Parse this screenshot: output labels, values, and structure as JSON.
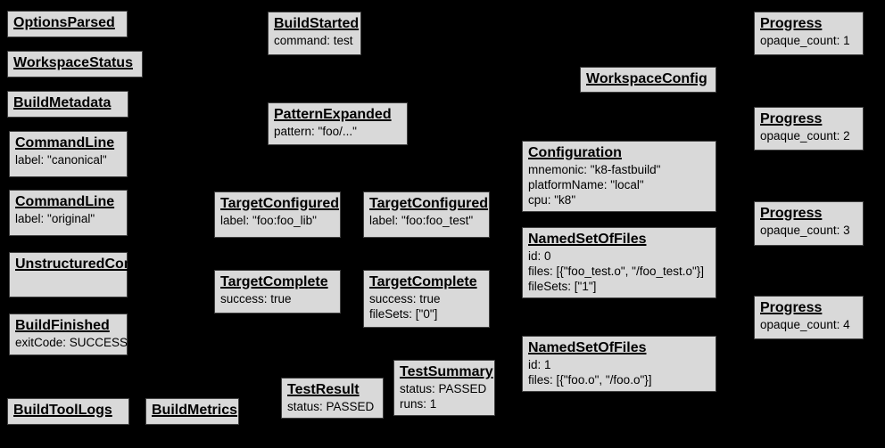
{
  "diagram": {
    "background_color": "#000000",
    "box_fill_color": "#d9d9d9",
    "box_border_color": "#404040",
    "text_color": "#000000",
    "boxes": [
      {
        "title": "OptionsParsed",
        "lines": []
      },
      {
        "title": "WorkspaceStatus",
        "lines": []
      },
      {
        "title": "BuildMetadata",
        "lines": []
      },
      {
        "title": "CommandLine",
        "lines": [
          "label: \"canonical\""
        ]
      },
      {
        "title": "CommandLine",
        "lines": [
          "label: \"original\""
        ]
      },
      {
        "title": "UnstructuredCommandLine",
        "lines": []
      },
      {
        "title": "BuildFinished",
        "lines": [
          "exitCode: SUCCESS"
        ]
      },
      {
        "title": "BuildToolLogs",
        "lines": []
      },
      {
        "title": "BuildMetrics",
        "lines": []
      },
      {
        "title": "BuildStarted",
        "lines": [
          "command: test"
        ]
      },
      {
        "title": "PatternExpanded",
        "lines": [
          "pattern: \"foo/...\""
        ]
      },
      {
        "title": "TargetConfigured",
        "lines": [
          "label: \"foo:foo_lib\""
        ]
      },
      {
        "title": "TargetConfigured",
        "lines": [
          "label: \"foo:foo_test\""
        ]
      },
      {
        "title": "TargetComplete",
        "lines": [
          "success: true"
        ]
      },
      {
        "title": "TargetComplete",
        "lines": [
          "success: true",
          "fileSets: [\"0\"]"
        ]
      },
      {
        "title": "TestResult",
        "lines": [
          "status: PASSED"
        ]
      },
      {
        "title": "TestSummary",
        "lines": [
          "status: PASSED",
          "runs: 1"
        ]
      },
      {
        "title": "WorkspaceConfig",
        "lines": []
      },
      {
        "title": "Configuration",
        "lines": [
          "mnemonic: \"k8-fastbuild\"",
          "platformName: \"local\"",
          "cpu: \"k8\""
        ]
      },
      {
        "title": "NamedSetOfFiles",
        "lines": [
          "id: 0",
          "files: [{\"foo_test.o\", \"/foo_test.o\"}]",
          "fileSets: [\"1\"]"
        ]
      },
      {
        "title": "NamedSetOfFiles",
        "lines": [
          "id: 1",
          "files: [{\"foo.o\", \"/foo.o\"}]"
        ]
      },
      {
        "title": "Progress",
        "lines": [
          "opaque_count: 1"
        ]
      },
      {
        "title": "Progress",
        "lines": [
          "opaque_count: 2"
        ]
      },
      {
        "title": "Progress",
        "lines": [
          "opaque_count: 3"
        ]
      },
      {
        "title": "Progress",
        "lines": [
          "opaque_count: 4"
        ]
      }
    ]
  }
}
